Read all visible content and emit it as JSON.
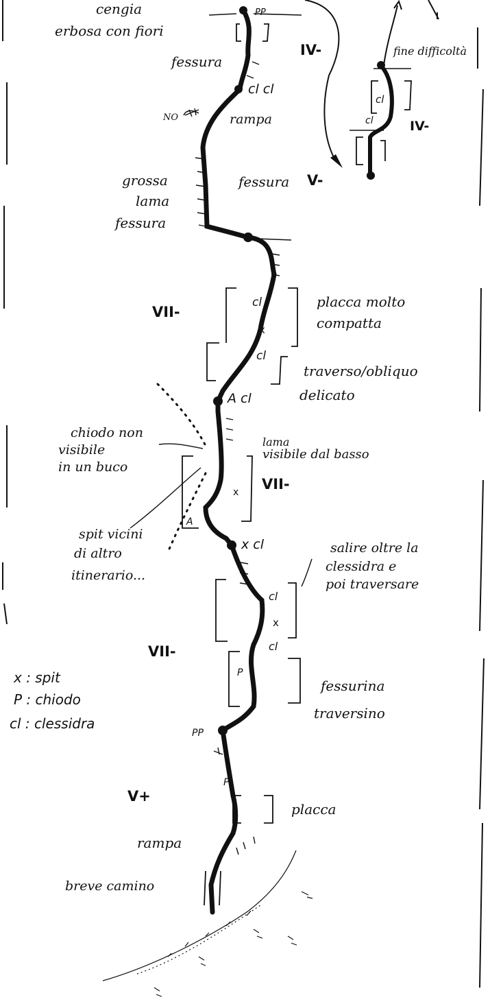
{
  "topo": {
    "labels": {
      "cengia": "cengia",
      "erbosa": "erbosa con fiori",
      "fessura_top": "fessura",
      "rampa_top": "rampa",
      "no": "NO",
      "grossa": "grossa",
      "lama": "lama",
      "fessura_left": "fessura",
      "fessura_mid": "fessura",
      "placca_molto": "placca molto",
      "compatta": "compatta",
      "traverso": "traverso/obliquo",
      "delicato": "delicato",
      "chiodo_non": "chiodo non",
      "visibile": "visibile",
      "in_un_buco": "in un buco",
      "lama_visibile1": "lama",
      "lama_visibile2": "visibile dal basso",
      "spit_vicini": "spit vicini",
      "di_altro": "di altro",
      "itinerario": "itinerario...",
      "salire1": "salire oltre la",
      "salire2": "clessidra e",
      "salire3": "poi traversare",
      "fessurina": "fessurina",
      "traversino": "traversino",
      "placca_low": "placca",
      "rampa_low": "rampa",
      "breve_camino": "breve camino",
      "fine_difficolta": "fine difficoltà"
    },
    "grades": {
      "g_top": "IV-",
      "g_v_minus": "V-",
      "g_side": "IV-",
      "g_vii_1": "VII-",
      "g_vii_2": "VII-",
      "g_vii_3": "VII-",
      "g_v_plus": "V+"
    },
    "marks": {
      "pp_top": "PP",
      "cl_top": "cl cl",
      "cl_1": "cl",
      "x_1": "x",
      "cl_2": "cl",
      "a_cl": "A cl",
      "x_cl": "x cl",
      "cl_3": "cl",
      "x_2": "x",
      "cl_4": "cl",
      "pp_low": "PP",
      "side_cl1": "cl",
      "side_cl2": "cl"
    },
    "legend": {
      "x": "x : spit",
      "p": "P : chiodo",
      "cl": "cl : clessidra"
    }
  }
}
